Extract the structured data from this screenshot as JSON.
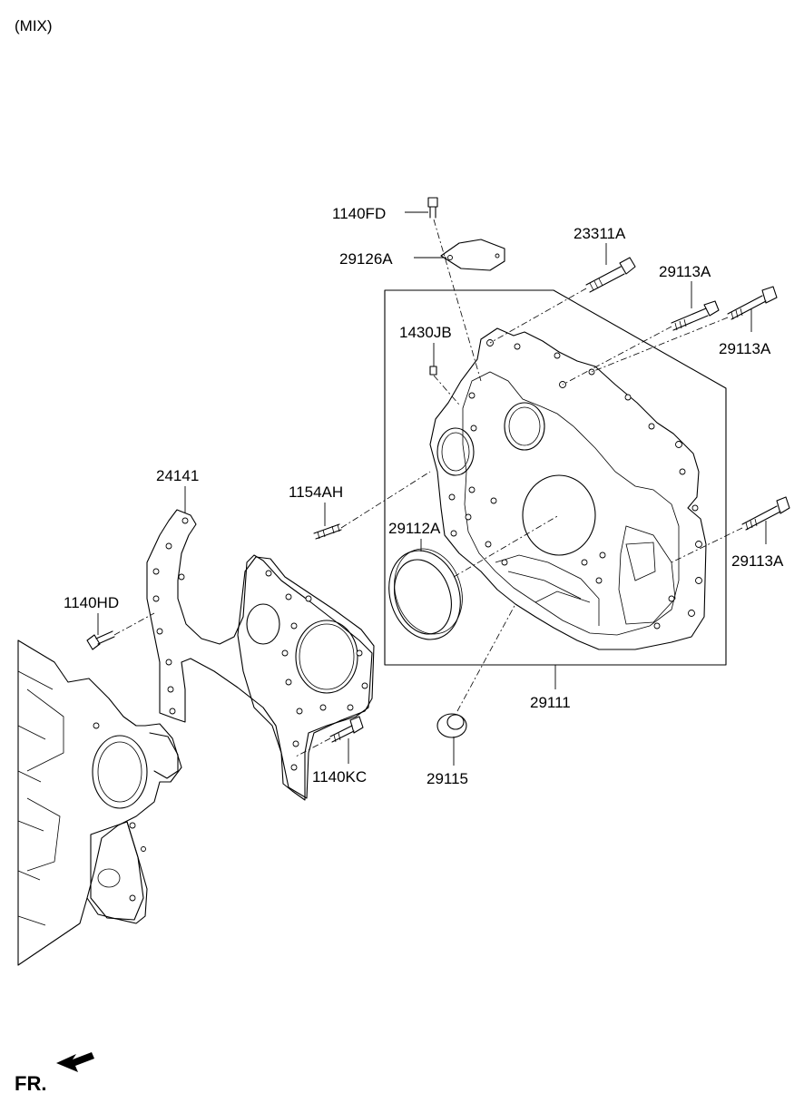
{
  "variant_label": "(MIX)",
  "direction_label": "FR.",
  "parts": {
    "bolt_1140FD": "1140FD",
    "cover_29126A": "29126A",
    "bolt_23311A": "23311A",
    "bolt_29113A_top": "29113A",
    "bolt_29113A_mid": "29113A",
    "pin_1430JB": "1430JB",
    "gasket_24141": "24141",
    "stud_1154AH": "1154AH",
    "seal_29112A": "29112A",
    "bolt_29113A_right": "29113A",
    "bolt_1140HD": "1140HD",
    "case_29111": "29111",
    "bolt_1140KC": "1140KC",
    "plug_29115": "29115"
  }
}
